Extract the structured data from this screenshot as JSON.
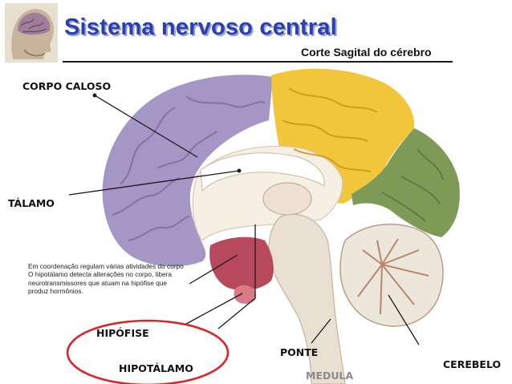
{
  "header": {
    "title": "Sistema nervoso central",
    "subtitle": "Corte Sagital do cérebro"
  },
  "labels": {
    "corpo_caloso": "CORPO CALOSO",
    "talamo": "TÁLAMO",
    "hipofise": "HIPÓFISE",
    "hipotalamo": "HIPOTÁLAMO",
    "ponte": "PONTE",
    "medula": "MEDULA",
    "cerebelo": "CEREBELO"
  },
  "note": {
    "line1": "Em coordenação regulam várias atividades do corpo",
    "line2": "O hipotálamo detecta alterações no corpo, libera neurotransmissores que atuam na hipófise que produz hormônios."
  },
  "colors": {
    "title": "#2b3fae",
    "frontal_lobe": "#a497c6",
    "parietal_lobe": "#f2c63b",
    "occipital_lobe": "#7f9a57",
    "cerebellum": "#e9e2d7",
    "highlight_ellipse": "#d8262b"
  }
}
